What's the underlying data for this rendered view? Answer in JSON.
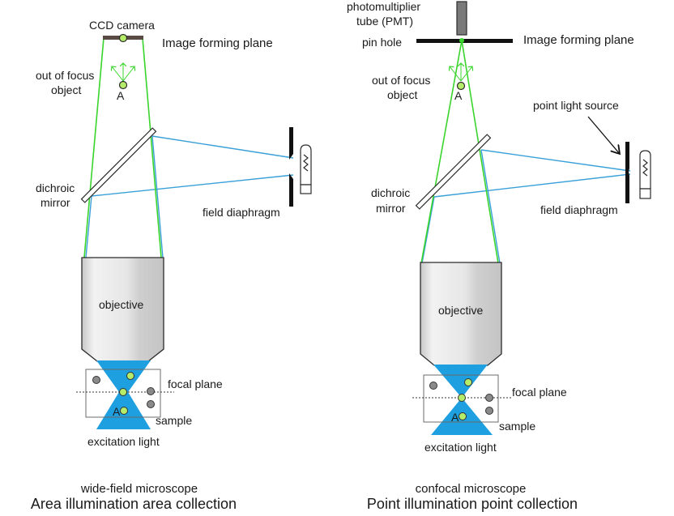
{
  "colors": {
    "emission_green": "#39d52c",
    "excitation_blue": "#3aa0d8",
    "cone_blue": "#1e9fe0",
    "in_focus_dot": "#b5ec6a",
    "out_of_focus_dot_gray": "#8a8a8a",
    "camera_bar": "#5a4a44",
    "pmt_gray": "#7a7a7a"
  },
  "widefield": {
    "detector_label": "CCD camera",
    "image_plane_label": "Image forming plane",
    "out_of_focus_label_line1": "out of focus",
    "out_of_focus_label_line2": "object",
    "point_A": "A",
    "mirror_label_line1": "dichroic",
    "mirror_label_line2": "mirror",
    "diaphragm_label": "field diaphragm",
    "objective_label": "objective",
    "focal_plane_label": "focal plane",
    "sample_label": "sample",
    "sample_point_A": "A",
    "excitation_label": "excitation light",
    "caption_title": "wide-field microscope",
    "caption_subtitle": "Area illumination area collection"
  },
  "confocal": {
    "detector_label_line1": "photomultiplier",
    "detector_label_line2": "tube (PMT)",
    "pinhole_label": "pin hole",
    "image_plane_label": "Image forming plane",
    "out_of_focus_label_line1": "out of focus",
    "out_of_focus_label_line2": "object",
    "point_A": "A",
    "point_source_label": "point light source",
    "mirror_label_line1": "dichroic",
    "mirror_label_line2": "mirror",
    "diaphragm_label": "field diaphragm",
    "objective_label": "objective",
    "focal_plane_label": "focal plane",
    "sample_label": "sample",
    "sample_point_A": "A",
    "excitation_label": "excitation light",
    "caption_title": "confocal microscope",
    "caption_subtitle": "Point illumination point collection"
  }
}
